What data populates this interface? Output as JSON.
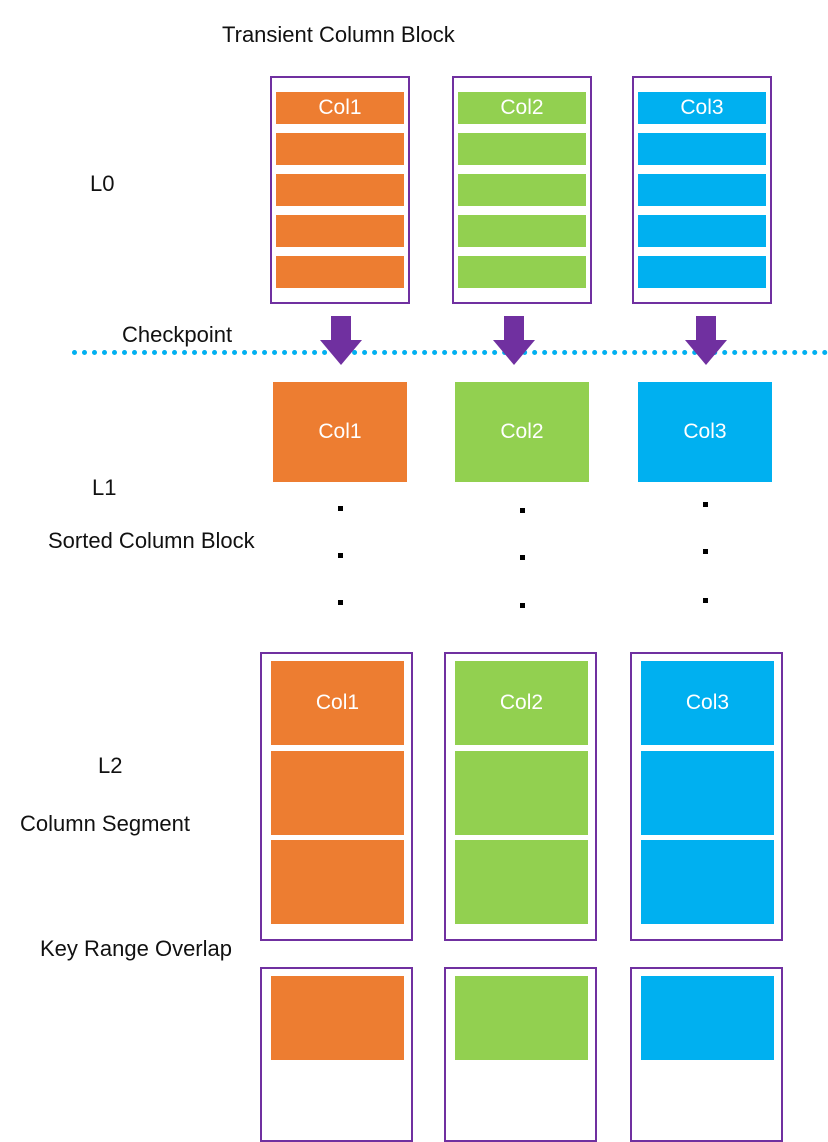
{
  "title": "Transient Column Block",
  "levels": {
    "l0": "L0",
    "l1": "L1",
    "l2": "L2"
  },
  "labels": {
    "checkpoint": "Checkpoint",
    "sorted_column_block": "Sorted Column Block",
    "column_segment": "Column Segment",
    "key_range_overlap": "Key Range Overlap"
  },
  "columns": [
    {
      "label": "Col1",
      "color": "#ed7d31"
    },
    {
      "label": "Col2",
      "color": "#92d050"
    },
    {
      "label": "Col3",
      "color": "#00b0f0"
    }
  ],
  "colors": {
    "frame": "#7030a0",
    "arrow": "#7030a0",
    "checkpoint_line": "#00b0f0"
  }
}
